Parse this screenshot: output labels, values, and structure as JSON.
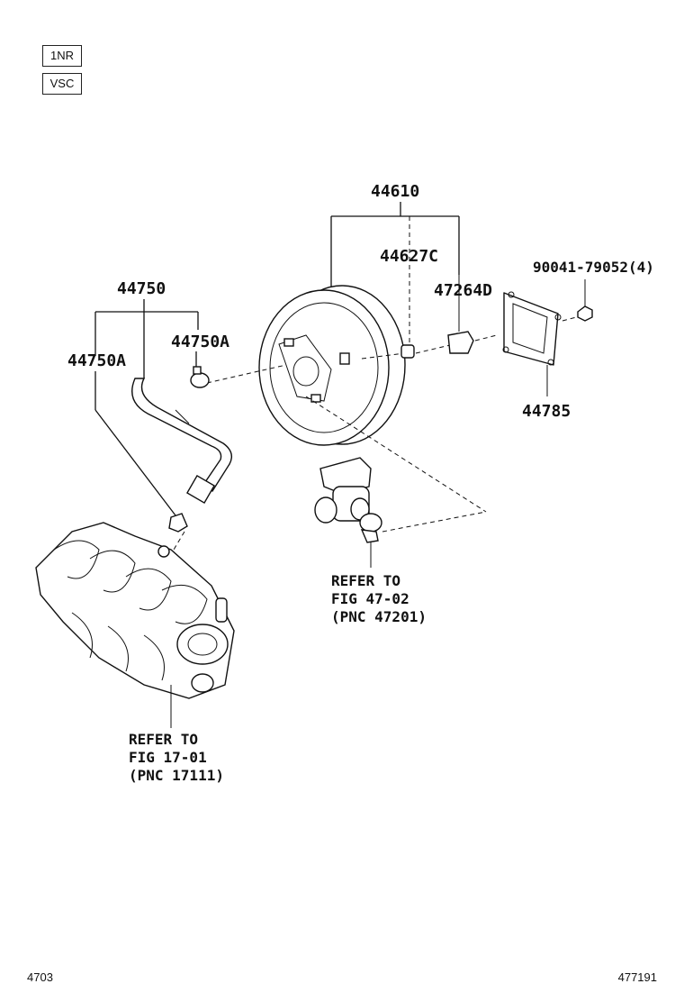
{
  "tags": [
    "1NR",
    "VSC"
  ],
  "labels": {
    "p44610": "44610",
    "p44627c": "44627C",
    "p47264d": "47264D",
    "p90041": "90041-79052(4)",
    "p44785": "44785",
    "p44750": "44750",
    "p44750a_top": "44750A",
    "p44750a_left": "44750A"
  },
  "refs": {
    "master_cyl": {
      "line1": "REFER TO",
      "line2": "FIG 47-02",
      "line3": "(PNC 47201)"
    },
    "manifold": {
      "line1": "REFER TO",
      "line2": "FIG 17-01",
      "line3": "(PNC 17111)"
    }
  },
  "footer": {
    "left": "4703",
    "right": "477191"
  }
}
